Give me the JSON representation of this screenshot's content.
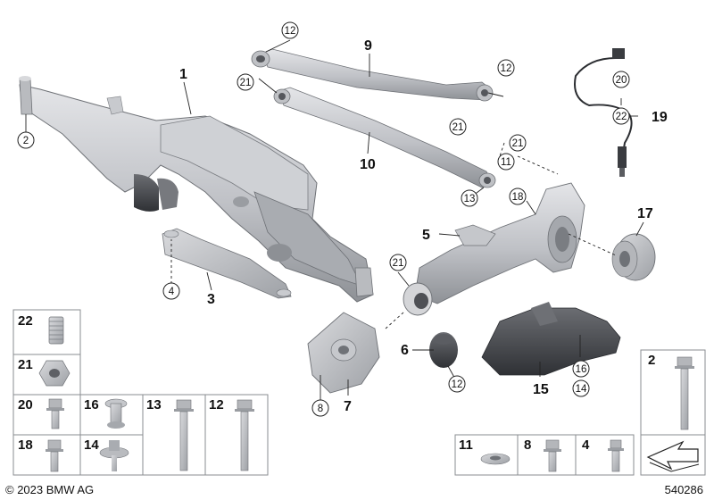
{
  "diagram": {
    "labels": {
      "n1": "1",
      "n2": "2",
      "n3": "3",
      "n4": "4",
      "n5": "5",
      "n6": "6",
      "n7": "7",
      "n8": "8",
      "n9": "9",
      "n10": "10",
      "n11": "11",
      "n12": "12",
      "n13": "13",
      "n14": "14",
      "n15": "15",
      "n16": "16",
      "n17": "17",
      "n18": "18",
      "n19": "19",
      "n20": "20",
      "n21": "21",
      "n22": "22"
    },
    "parts_grid": {
      "cell_22": "22",
      "cell_21": "21",
      "cell_20": "20",
      "cell_16": "16",
      "cell_13": "13",
      "cell_12": "12",
      "cell_18": "18",
      "cell_14": "14",
      "cell_2": "2",
      "cell_11": "11",
      "cell_8": "8",
      "cell_4": "4"
    }
  },
  "footer": {
    "copyright": "© 2023 BMW AG",
    "diagram_id": "540286"
  }
}
